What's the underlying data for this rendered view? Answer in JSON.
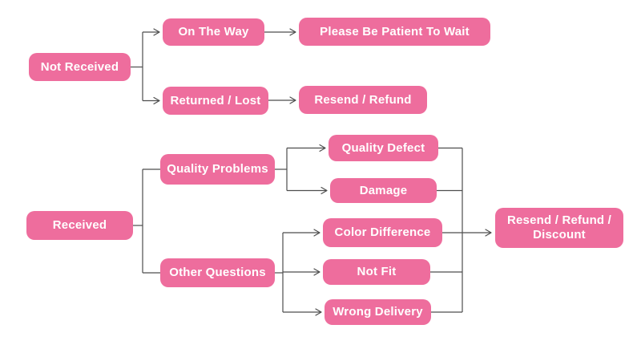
{
  "diagram": {
    "type": "flowchart",
    "colors": {
      "background": "#ffffff",
      "node_fill": "#ee6d9d",
      "node_text": "#ffffff",
      "connector": "#4e4e4e"
    },
    "nodes": {
      "not_received": {
        "label": "Not Received"
      },
      "on_the_way": {
        "label": "On The Way"
      },
      "please_be_patient": {
        "label": "Please Be Patient To Wait"
      },
      "returned_lost": {
        "label": "Returned / Lost"
      },
      "resend_refund": {
        "label": "Resend / Refund"
      },
      "received": {
        "label": "Received"
      },
      "quality_problems": {
        "label": "Quality Problems"
      },
      "other_questions": {
        "label": "Other Questions"
      },
      "quality_defect": {
        "label": "Quality Defect"
      },
      "damage": {
        "label": "Damage"
      },
      "color_difference": {
        "label": "Color Difference"
      },
      "not_fit": {
        "label": "Not Fit"
      },
      "wrong_delivery": {
        "label": "Wrong Delivery"
      },
      "resend_refund_discount": {
        "label": "Resend / Refund / Discount",
        "line1": "Resend / Refund /",
        "line2": "Discount"
      }
    },
    "edges": [
      {
        "from": "not_received",
        "to": "on_the_way",
        "arrow": true
      },
      {
        "from": "not_received",
        "to": "returned_lost",
        "arrow": true
      },
      {
        "from": "on_the_way",
        "to": "please_be_patient",
        "arrow": true
      },
      {
        "from": "returned_lost",
        "to": "resend_refund",
        "arrow": true
      },
      {
        "from": "received",
        "to": "quality_problems",
        "arrow": false
      },
      {
        "from": "received",
        "to": "other_questions",
        "arrow": false
      },
      {
        "from": "quality_problems",
        "to": "quality_defect",
        "arrow": true
      },
      {
        "from": "quality_problems",
        "to": "damage",
        "arrow": true
      },
      {
        "from": "other_questions",
        "to": "color_difference",
        "arrow": true
      },
      {
        "from": "other_questions",
        "to": "not_fit",
        "arrow": true
      },
      {
        "from": "other_questions",
        "to": "wrong_delivery",
        "arrow": true
      },
      {
        "from": "quality_defect",
        "to": "resend_refund_discount",
        "arrow": true
      },
      {
        "from": "damage",
        "to": "resend_refund_discount",
        "arrow": true
      },
      {
        "from": "color_difference",
        "to": "resend_refund_discount",
        "arrow": true
      },
      {
        "from": "not_fit",
        "to": "resend_refund_discount",
        "arrow": true
      },
      {
        "from": "wrong_delivery",
        "to": "resend_refund_discount",
        "arrow": true
      }
    ]
  }
}
